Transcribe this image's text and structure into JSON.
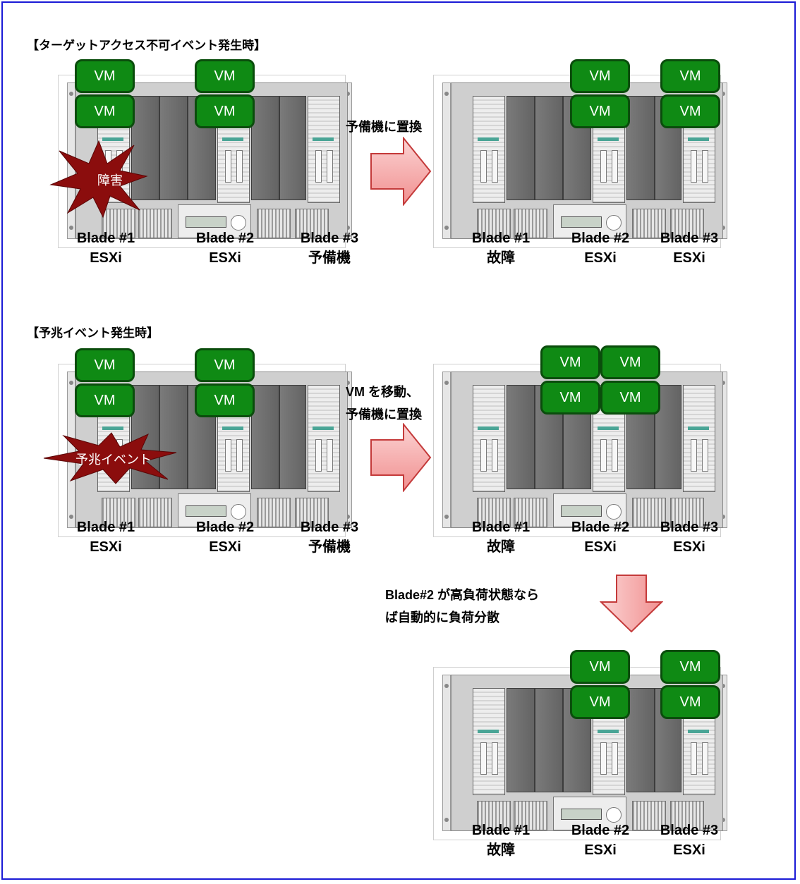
{
  "section1": {
    "title": "【ターゲットアクセス不可イベント発生時】",
    "left": {
      "blades": [
        {
          "name": "Blade #1",
          "role": "ESXi"
        },
        {
          "name": "Blade #2",
          "role": "ESXi"
        },
        {
          "name": "Blade #3",
          "role": "予備機"
        }
      ]
    },
    "fault_label": "障害",
    "arrow_caption": "予備機に置換",
    "right": {
      "blades": [
        {
          "name": "Blade #1",
          "role": "故障"
        },
        {
          "name": "Blade #2",
          "role": "ESXi"
        },
        {
          "name": "Blade #3",
          "role": "ESXi"
        }
      ]
    }
  },
  "section2": {
    "title": "【予兆イベント発生時】",
    "left": {
      "blades": [
        {
          "name": "Blade #1",
          "role": "ESXi"
        },
        {
          "name": "Blade #2",
          "role": "ESXi"
        },
        {
          "name": "Blade #3",
          "role": "予備機"
        }
      ]
    },
    "event_label": "予兆イベント",
    "arrow_caption_line1": "VM を移動、",
    "arrow_caption_line2": "予備機に置換",
    "right": {
      "blades": [
        {
          "name": "Blade #1",
          "role": "故障"
        },
        {
          "name": "Blade #2",
          "role": "ESXi"
        },
        {
          "name": "Blade #3",
          "role": "ESXi"
        }
      ]
    },
    "down_caption_line1": "Blade#2 が高負荷状態なら",
    "down_caption_line2": "ば自動的に負荷分散",
    "bottom": {
      "blades": [
        {
          "name": "Blade #1",
          "role": "故障"
        },
        {
          "name": "Blade #2",
          "role": "ESXi"
        },
        {
          "name": "Blade #3",
          "role": "ESXi"
        }
      ]
    }
  },
  "vm_label": "VM",
  "colors": {
    "vm_fill": "#0f8a14",
    "vm_border": "#0a4d0c",
    "arrow_fill": "#f6a9a9",
    "burst_fill": "#8b0d0d",
    "frame": "#1a1ad6"
  }
}
